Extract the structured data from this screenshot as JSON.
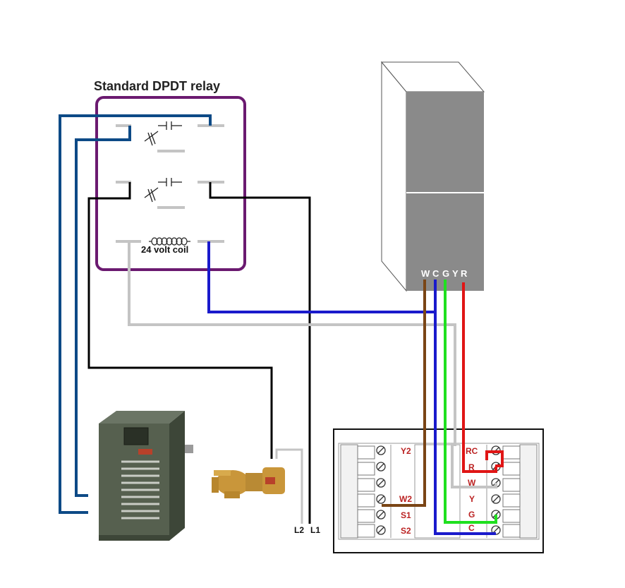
{
  "relay": {
    "title": "Standard DPDT relay",
    "coil_label": "24 volt coil"
  },
  "air_handler": {
    "terminals": [
      "W",
      "C",
      "G",
      "Y",
      "R"
    ]
  },
  "terminal_board": {
    "left_terminals": [
      "Y2",
      "W2",
      "S1",
      "S2"
    ],
    "right_terminals": [
      "RC",
      "R",
      "W",
      "Y",
      "G",
      "C"
    ]
  },
  "line_power": {
    "l2": "L2",
    "l1": "L1"
  },
  "colors": {
    "relay_outline": "#6b1a70",
    "navy_wire": "#0d4a86",
    "blue_wire": "#1a1acc",
    "black_wire": "#000000",
    "gray_wire": "#c4c4c4",
    "brown_wire": "#7a4515",
    "green_wire": "#1fe01f",
    "red_wire": "#e01515",
    "cabinet_gray": "#8a8a8a"
  }
}
